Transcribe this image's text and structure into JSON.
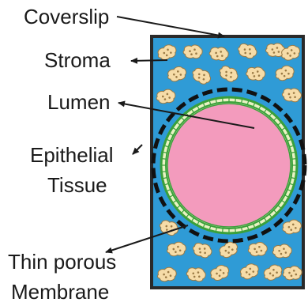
{
  "labels": {
    "coverslip": "Coverslip",
    "stroma": "Stroma",
    "lumen": "Lumen",
    "epithelial_line1": "Epithelial",
    "epithelial_line2": "Tissue",
    "membrane_line1": "Thin porous",
    "membrane_line2": "Membrane"
  },
  "colors": {
    "chamber_fill": "#2f9bd6",
    "chamber_border": "#2a2a2a",
    "lumen_fill": "#f39bbd",
    "epithelial_fill": "#e9f2c4",
    "epithelial_outline": "#3aa03a",
    "membrane_dash": "#111111",
    "stroma_cell_fill": "#f6dca8",
    "stroma_cell_outline": "#9a7a45",
    "arrow": "#1a1a1a"
  }
}
